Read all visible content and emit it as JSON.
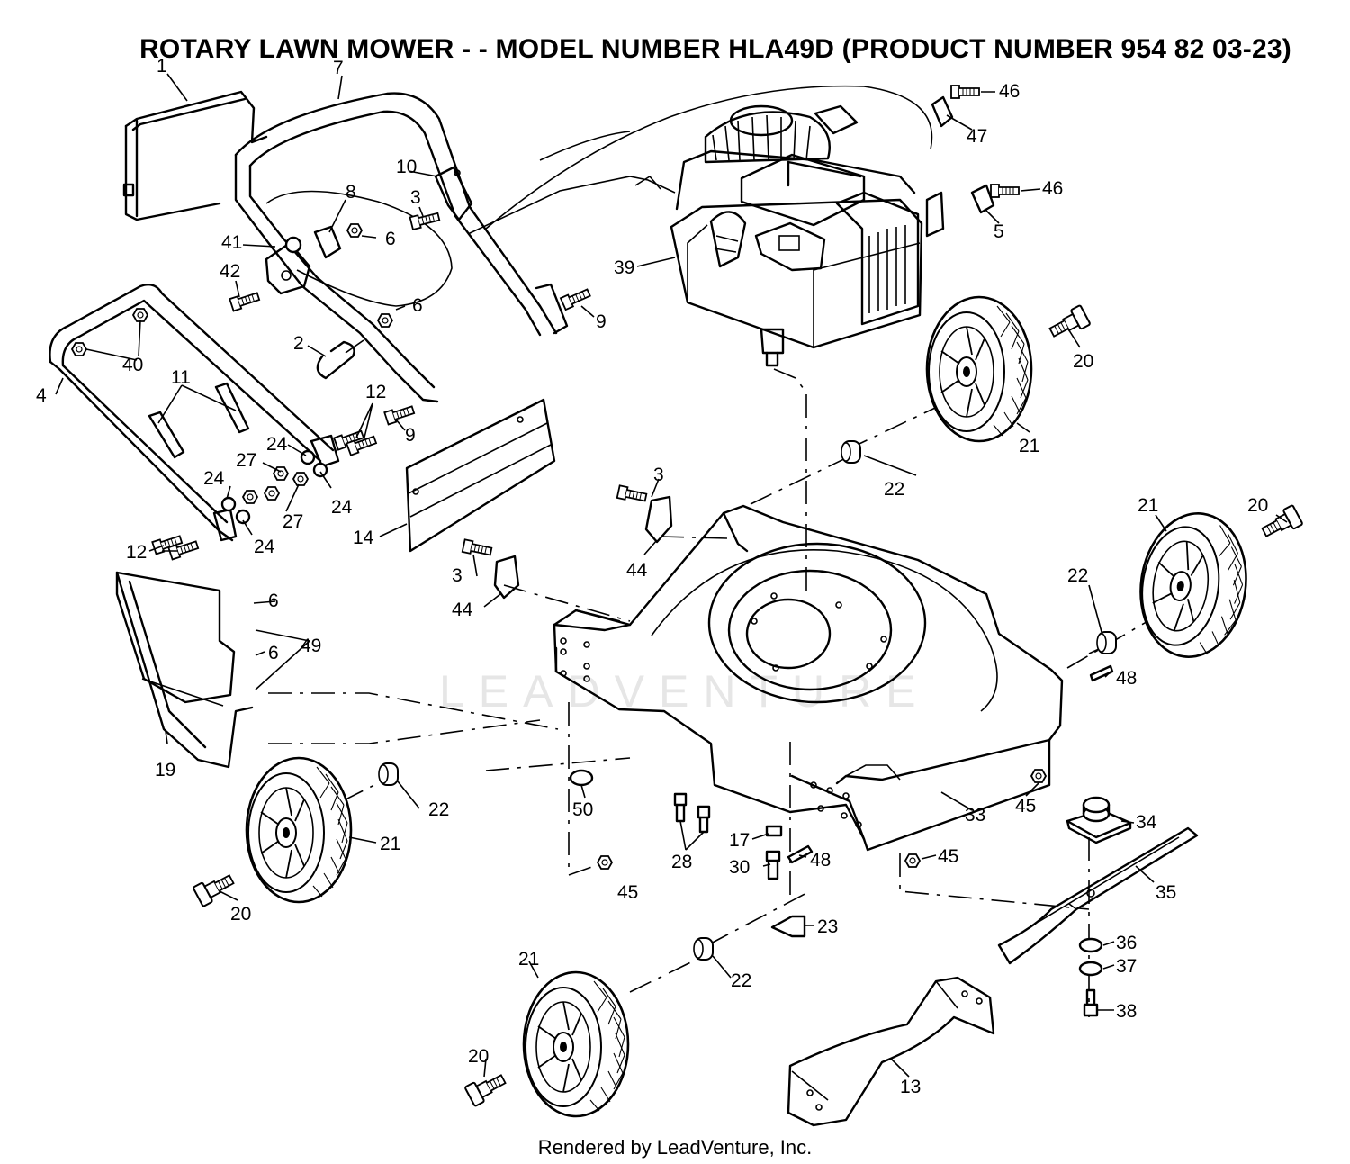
{
  "title": "ROTARY LAWN MOWER - - MODEL NUMBER HLA49D (PRODUCT NUMBER 954 82 03-23)",
  "footer": "Rendered by LeadVenture, Inc.",
  "watermark": "LEADVENTURE",
  "callouts": [
    {
      "id": "c1",
      "label": "1"
    },
    {
      "id": "c7",
      "label": "7"
    },
    {
      "id": "c10",
      "label": "10"
    },
    {
      "id": "c3a",
      "label": "3"
    },
    {
      "id": "c8",
      "label": "8"
    },
    {
      "id": "c6a",
      "label": "6"
    },
    {
      "id": "c41",
      "label": "41"
    },
    {
      "id": "c42",
      "label": "42"
    },
    {
      "id": "c6b",
      "label": "6"
    },
    {
      "id": "c9a",
      "label": "9"
    },
    {
      "id": "c40",
      "label": "40"
    },
    {
      "id": "c2",
      "label": "2"
    },
    {
      "id": "c4",
      "label": "4"
    },
    {
      "id": "c11",
      "label": "11"
    },
    {
      "id": "c12a",
      "label": "12"
    },
    {
      "id": "c9b",
      "label": "9"
    },
    {
      "id": "c24a",
      "label": "24"
    },
    {
      "id": "c27a",
      "label": "27"
    },
    {
      "id": "c24b",
      "label": "24"
    },
    {
      "id": "c24c",
      "label": "24"
    },
    {
      "id": "c27b",
      "label": "27"
    },
    {
      "id": "c24d",
      "label": "24"
    },
    {
      "id": "c12b",
      "label": "12"
    },
    {
      "id": "c14",
      "label": "14"
    },
    {
      "id": "c46a",
      "label": "46"
    },
    {
      "id": "c47",
      "label": "47"
    },
    {
      "id": "c46b",
      "label": "46"
    },
    {
      "id": "c5",
      "label": "5"
    },
    {
      "id": "c39",
      "label": "39"
    },
    {
      "id": "c20a",
      "label": "20"
    },
    {
      "id": "c21a",
      "label": "21"
    },
    {
      "id": "c22a",
      "label": "22"
    },
    {
      "id": "c3b",
      "label": "3"
    },
    {
      "id": "c44a",
      "label": "44"
    },
    {
      "id": "c3c",
      "label": "3"
    },
    {
      "id": "c44b",
      "label": "44"
    },
    {
      "id": "c20b",
      "label": "20"
    },
    {
      "id": "c21b",
      "label": "21"
    },
    {
      "id": "c22b",
      "label": "22"
    },
    {
      "id": "c48a",
      "label": "48"
    },
    {
      "id": "c6c",
      "label": "6"
    },
    {
      "id": "c49",
      "label": "49"
    },
    {
      "id": "c6d",
      "label": "6"
    },
    {
      "id": "c19",
      "label": "19"
    },
    {
      "id": "c50",
      "label": "50"
    },
    {
      "id": "c22c",
      "label": "22"
    },
    {
      "id": "c21c",
      "label": "21"
    },
    {
      "id": "c20c",
      "label": "20"
    },
    {
      "id": "c28",
      "label": "28"
    },
    {
      "id": "c17",
      "label": "17"
    },
    {
      "id": "c30",
      "label": "30"
    },
    {
      "id": "c48b",
      "label": "48"
    },
    {
      "id": "c45a",
      "label": "45"
    },
    {
      "id": "c33",
      "label": "33"
    },
    {
      "id": "c45b",
      "label": "45"
    },
    {
      "id": "c45c",
      "label": "45"
    },
    {
      "id": "c34",
      "label": "34"
    },
    {
      "id": "c35",
      "label": "35"
    },
    {
      "id": "c23",
      "label": "23"
    },
    {
      "id": "c36",
      "label": "36"
    },
    {
      "id": "c37",
      "label": "37"
    },
    {
      "id": "c38",
      "label": "38"
    },
    {
      "id": "c21d",
      "label": "21"
    },
    {
      "id": "c22d",
      "label": "22"
    },
    {
      "id": "c20d",
      "label": "20"
    },
    {
      "id": "c13",
      "label": "13"
    }
  ]
}
